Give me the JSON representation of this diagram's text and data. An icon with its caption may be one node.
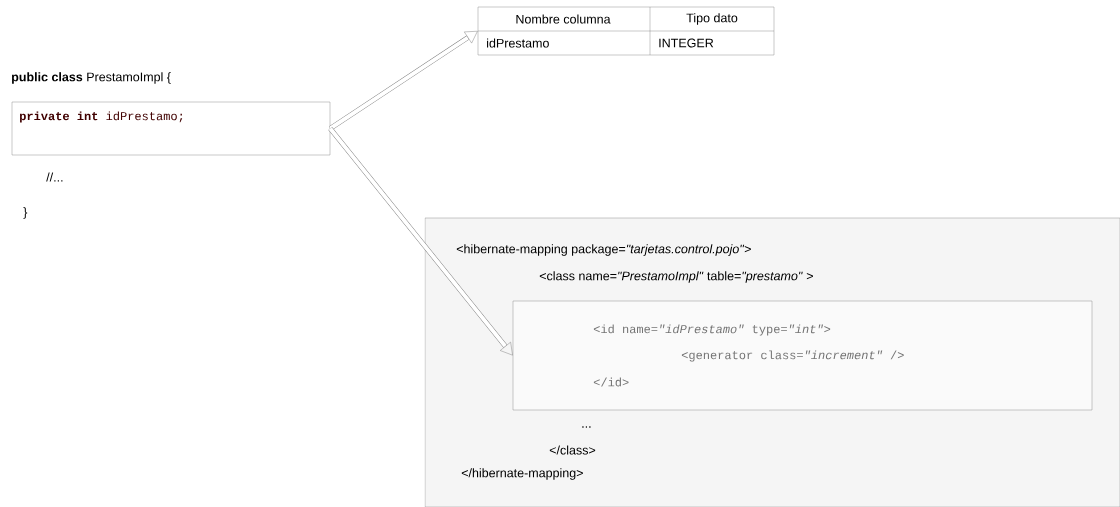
{
  "diagram": {
    "nodes": [
      {
        "text": [
          "**private int** idPrestamo;"
        ]
      },
      {
        "text": [
          "Nombre columna",
          "Tipo dato",
          "idPrestamo",
          "INTEGER"
        ]
      },
      {
        "text": [
          "<hibernate-mapping package=*\"tarjetas.control.pojo\"*>",
          "<class name=*\"PrestamoImpl\"* table=*\"prestamo\"* >",
          "...",
          "</class>",
          "</hibernate-mapping>"
        ]
      },
      {
        "text": [
          "<id name=*\"idPrestamo\"* type=*\"int\"*>",
          "<generator class=*\"increment\"* />",
          "</id>"
        ],
        "in": 2
      }
    ],
    "edges": [
      {
        "from": 0,
        "to": 1,
        "arrow": "to"
      },
      {
        "from": 0,
        "to": 3,
        "arrow": "to"
      }
    ],
    "labels": [
      "**public class** PrestamoImpl {",
      "//...",
      "}"
    ]
  }
}
